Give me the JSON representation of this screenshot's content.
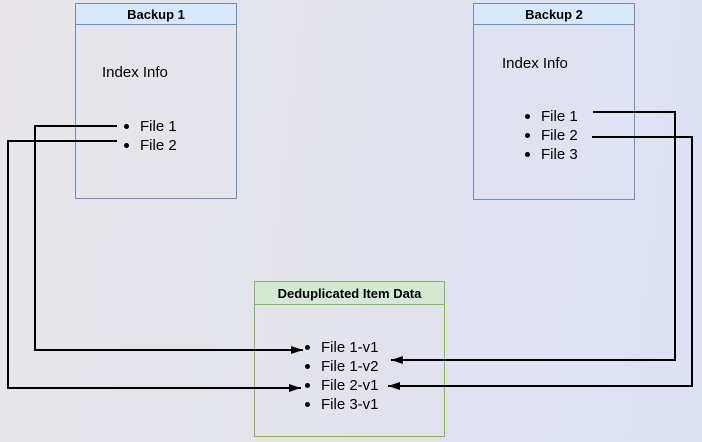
{
  "diagram": {
    "backup1": {
      "title": "Backup 1",
      "subtitle": "Index Info",
      "files": [
        "File 1",
        "File 2"
      ]
    },
    "backup2": {
      "title": "Backup 2",
      "subtitle": "Index Info",
      "files": [
        "File 1",
        "File 2",
        "File 3"
      ]
    },
    "dedup": {
      "title": "Deduplicated Item Data",
      "items": [
        "File 1-v1",
        "File 1-v2",
        "File 2-v1",
        "File 3-v1"
      ]
    },
    "connections": [
      {
        "from": "Backup 1 / File 1",
        "to": "File 1-v1"
      },
      {
        "from": "Backup 1 / File 2",
        "to": "File 2-v1"
      },
      {
        "from": "Backup 2 / File 1",
        "to": "File 1-v2"
      },
      {
        "from": "Backup 2 / File 2",
        "to": "File 2-v1"
      }
    ],
    "colors": {
      "backup_header_fill": "#dae8fc",
      "backup_border": "#6c8ebf",
      "dedup_header_fill": "#d5e8d4",
      "dedup_border": "#82b366",
      "connector": "#000000"
    }
  }
}
